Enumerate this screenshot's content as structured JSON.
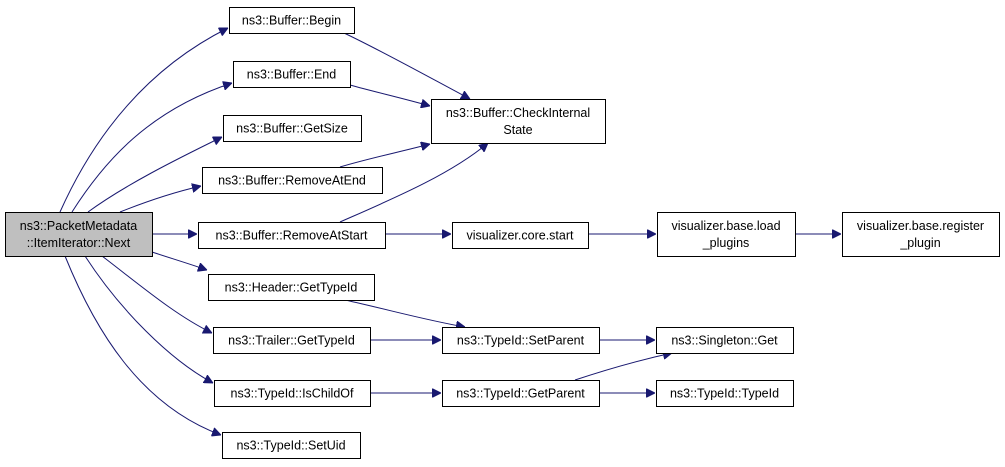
{
  "graph": {
    "edge_color": "#191970",
    "root_fill": "#bfbfbf",
    "nodes": [
      {
        "id": "root",
        "lines": [
          "ns3::PacketMetadata",
          "::ItemIterator::Next"
        ],
        "root": true
      },
      {
        "id": "begin",
        "lines": [
          "ns3::Buffer::Begin"
        ]
      },
      {
        "id": "end",
        "lines": [
          "ns3::Buffer::End"
        ]
      },
      {
        "id": "getsize",
        "lines": [
          "ns3::Buffer::GetSize"
        ]
      },
      {
        "id": "removeatend",
        "lines": [
          "ns3::Buffer::RemoveAtEnd"
        ]
      },
      {
        "id": "removeatstart",
        "lines": [
          "ns3::Buffer::RemoveAtStart"
        ]
      },
      {
        "id": "checkinternal",
        "lines": [
          "ns3::Buffer::CheckInternal",
          "State"
        ]
      },
      {
        "id": "corestart",
        "lines": [
          "visualizer.core.start"
        ]
      },
      {
        "id": "loadplugins",
        "lines": [
          "visualizer.base.load",
          "_plugins"
        ]
      },
      {
        "id": "registerplugin",
        "lines": [
          "visualizer.base.register",
          "_plugin"
        ]
      },
      {
        "id": "headergettypeid",
        "lines": [
          "ns3::Header::GetTypeId"
        ]
      },
      {
        "id": "trailergettypeid",
        "lines": [
          "ns3::Trailer::GetTypeId"
        ]
      },
      {
        "id": "ischildof",
        "lines": [
          "ns3::TypeId::IsChildOf"
        ]
      },
      {
        "id": "setuid",
        "lines": [
          "ns3::TypeId::SetUid"
        ]
      },
      {
        "id": "setparent",
        "lines": [
          "ns3::TypeId::SetParent"
        ]
      },
      {
        "id": "getparent",
        "lines": [
          "ns3::TypeId::GetParent"
        ]
      },
      {
        "id": "singletonget",
        "lines": [
          "ns3::Singleton::Get"
        ]
      },
      {
        "id": "typeidctor",
        "lines": [
          "ns3::TypeId::TypeId"
        ]
      }
    ],
    "edges": [
      {
        "from": "root",
        "to": "begin"
      },
      {
        "from": "root",
        "to": "end"
      },
      {
        "from": "root",
        "to": "getsize"
      },
      {
        "from": "root",
        "to": "removeatend"
      },
      {
        "from": "root",
        "to": "removeatstart"
      },
      {
        "from": "root",
        "to": "headergettypeid"
      },
      {
        "from": "root",
        "to": "trailergettypeid"
      },
      {
        "from": "root",
        "to": "ischildof"
      },
      {
        "from": "root",
        "to": "setuid"
      },
      {
        "from": "begin",
        "to": "checkinternal"
      },
      {
        "from": "end",
        "to": "checkinternal"
      },
      {
        "from": "removeatend",
        "to": "checkinternal"
      },
      {
        "from": "removeatstart",
        "to": "checkinternal"
      },
      {
        "from": "removeatstart",
        "to": "corestart"
      },
      {
        "from": "corestart",
        "to": "loadplugins"
      },
      {
        "from": "loadplugins",
        "to": "registerplugin"
      },
      {
        "from": "headergettypeid",
        "to": "setparent"
      },
      {
        "from": "trailergettypeid",
        "to": "setparent"
      },
      {
        "from": "setparent",
        "to": "singletonget"
      },
      {
        "from": "ischildof",
        "to": "getparent"
      },
      {
        "from": "getparent",
        "to": "singletonget"
      },
      {
        "from": "getparent",
        "to": "typeidctor"
      }
    ]
  }
}
